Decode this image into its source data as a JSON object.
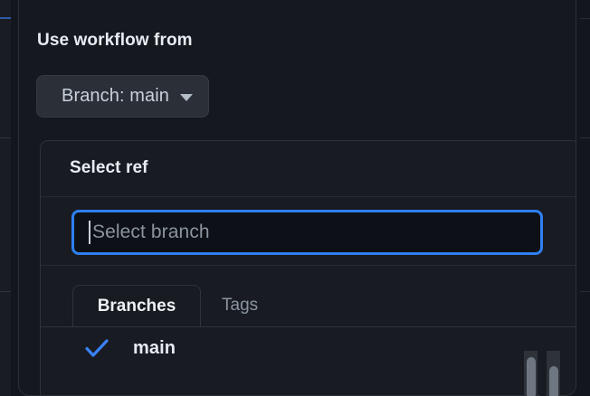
{
  "dialog": {
    "title": "Use workflow from",
    "branch_button": {
      "label": "Branch: main",
      "caret_icon": "chevron-down-icon"
    }
  },
  "ref_panel": {
    "title": "Select ref",
    "search": {
      "value": "",
      "placeholder": "Select branch",
      "focused": true
    },
    "tabs": [
      {
        "label": "Branches",
        "selected": true
      },
      {
        "label": "Tags",
        "selected": false
      }
    ],
    "items": [
      {
        "label": "main",
        "selected": true,
        "icon": "check-icon"
      }
    ]
  },
  "colors": {
    "accent_blue": "#2f7ff0",
    "check_blue": "#3b82f6",
    "dialog_bg": "#15181f",
    "panel_bg": "#181b22",
    "input_bg": "#0d1117",
    "button_bg": "#2a2f38",
    "border": "#2d333b",
    "text_primary": "#e7ecf3",
    "text_muted": "#8b949e",
    "scrollbar_thumb": "#6e7681"
  }
}
